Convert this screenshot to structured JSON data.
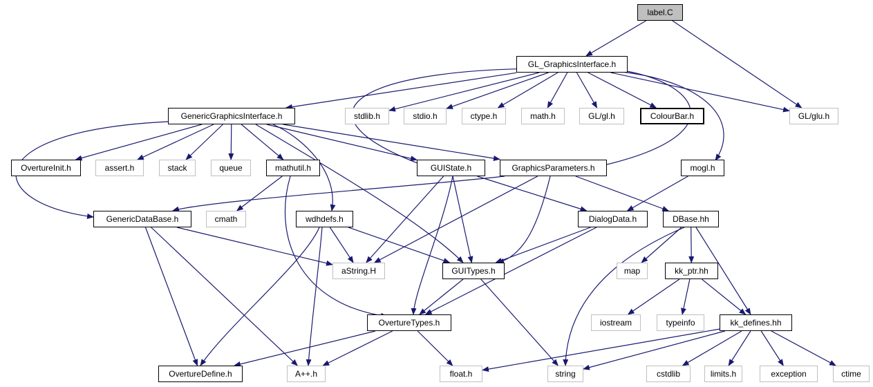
{
  "diagram": {
    "colors": {
      "edge": "#191970",
      "node_border": "#000000",
      "external_border": "#bfbfbf",
      "root_fill": "#bfbfbf"
    },
    "nodes": [
      {
        "id": "label_c",
        "label": "label.C",
        "kind": "root"
      },
      {
        "id": "gl_gi",
        "label": "GL_GraphicsInterface.h",
        "kind": "doc"
      },
      {
        "id": "ggi",
        "label": "GenericGraphicsInterface.h",
        "kind": "doc"
      },
      {
        "id": "stdlib",
        "label": "stdlib.h",
        "kind": "ext"
      },
      {
        "id": "stdio",
        "label": "stdio.h",
        "kind": "ext"
      },
      {
        "id": "ctype",
        "label": "ctype.h",
        "kind": "ext"
      },
      {
        "id": "math",
        "label": "math.h",
        "kind": "ext"
      },
      {
        "id": "glgl",
        "label": "GL/gl.h",
        "kind": "ext"
      },
      {
        "id": "colourbar",
        "label": "ColourBar.h",
        "kind": "doc"
      },
      {
        "id": "glglu",
        "label": "GL/glu.h",
        "kind": "ext"
      },
      {
        "id": "overtureinit",
        "label": "OvertureInit.h",
        "kind": "doc"
      },
      {
        "id": "assert",
        "label": "assert.h",
        "kind": "ext"
      },
      {
        "id": "stack",
        "label": "stack",
        "kind": "ext"
      },
      {
        "id": "queue",
        "label": "queue",
        "kind": "ext"
      },
      {
        "id": "mathutil",
        "label": "mathutil.h",
        "kind": "doc"
      },
      {
        "id": "guistate",
        "label": "GUIState.h",
        "kind": "doc"
      },
      {
        "id": "graphparams",
        "label": "GraphicsParameters.h",
        "kind": "doc"
      },
      {
        "id": "mogl",
        "label": "mogl.h",
        "kind": "doc"
      },
      {
        "id": "gdb",
        "label": "GenericDataBase.h",
        "kind": "doc"
      },
      {
        "id": "cmath",
        "label": "cmath",
        "kind": "ext"
      },
      {
        "id": "wdhdefs",
        "label": "wdhdefs.h",
        "kind": "doc"
      },
      {
        "id": "dialogdata",
        "label": "DialogData.h",
        "kind": "doc"
      },
      {
        "id": "dbase",
        "label": "DBase.hh",
        "kind": "doc"
      },
      {
        "id": "astring",
        "label": "aString.H",
        "kind": "ext"
      },
      {
        "id": "guitypes",
        "label": "GUITypes.h",
        "kind": "doc"
      },
      {
        "id": "map",
        "label": "map",
        "kind": "ext"
      },
      {
        "id": "kkptr",
        "label": "kk_ptr.hh",
        "kind": "doc"
      },
      {
        "id": "overturetypes",
        "label": "OvertureTypes.h",
        "kind": "doc"
      },
      {
        "id": "iostream",
        "label": "iostream",
        "kind": "ext"
      },
      {
        "id": "typeinfo",
        "label": "typeinfo",
        "kind": "ext"
      },
      {
        "id": "kkdefines",
        "label": "kk_defines.hh",
        "kind": "doc"
      },
      {
        "id": "overturedefine",
        "label": "OvertureDefine.h",
        "kind": "doc"
      },
      {
        "id": "app",
        "label": "A++.h",
        "kind": "ext"
      },
      {
        "id": "float",
        "label": "float.h",
        "kind": "ext"
      },
      {
        "id": "string",
        "label": "string",
        "kind": "ext"
      },
      {
        "id": "cstdlib",
        "label": "cstdlib",
        "kind": "ext"
      },
      {
        "id": "limits",
        "label": "limits.h",
        "kind": "ext"
      },
      {
        "id": "exception",
        "label": "exception",
        "kind": "ext"
      },
      {
        "id": "ctime",
        "label": "ctime",
        "kind": "ext"
      }
    ],
    "edges": [
      [
        "label_c",
        "gl_gi"
      ],
      [
        "label_c",
        "glglu"
      ],
      [
        "gl_gi",
        "ggi"
      ],
      [
        "gl_gi",
        "stdlib"
      ],
      [
        "gl_gi",
        "stdio"
      ],
      [
        "gl_gi",
        "ctype"
      ],
      [
        "gl_gi",
        "math"
      ],
      [
        "gl_gi",
        "glgl"
      ],
      [
        "gl_gi",
        "colourbar"
      ],
      [
        "gl_gi",
        "glglu"
      ],
      [
        "gl_gi",
        "guistate"
      ],
      [
        "gl_gi",
        "graphparams"
      ],
      [
        "gl_gi",
        "mogl"
      ],
      [
        "ggi",
        "overtureinit"
      ],
      [
        "ggi",
        "assert"
      ],
      [
        "ggi",
        "stack"
      ],
      [
        "ggi",
        "queue"
      ],
      [
        "ggi",
        "mathutil"
      ],
      [
        "ggi",
        "guistate"
      ],
      [
        "ggi",
        "graphparams"
      ],
      [
        "ggi",
        "gdb"
      ],
      [
        "ggi",
        "wdhdefs"
      ],
      [
        "ggi",
        "guitypes"
      ],
      [
        "mathutil",
        "cmath"
      ],
      [
        "mathutil",
        "overturetypes"
      ],
      [
        "guistate",
        "dialogdata"
      ],
      [
        "guistate",
        "astring"
      ],
      [
        "guistate",
        "guitypes"
      ],
      [
        "guistate",
        "overturetypes"
      ],
      [
        "graphparams",
        "gdb"
      ],
      [
        "graphparams",
        "astring"
      ],
      [
        "graphparams",
        "guitypes"
      ],
      [
        "graphparams",
        "dbase"
      ],
      [
        "mogl",
        "dialogdata"
      ],
      [
        "gdb",
        "astring"
      ],
      [
        "gdb",
        "overturedefine"
      ],
      [
        "gdb",
        "app"
      ],
      [
        "wdhdefs",
        "astring"
      ],
      [
        "wdhdefs",
        "guitypes"
      ],
      [
        "wdhdefs",
        "overturedefine"
      ],
      [
        "wdhdefs",
        "app"
      ],
      [
        "dialogdata",
        "guitypes"
      ],
      [
        "dialogdata",
        "overturetypes"
      ],
      [
        "dbase",
        "map"
      ],
      [
        "dbase",
        "kkptr"
      ],
      [
        "dbase",
        "kkdefines"
      ],
      [
        "dbase",
        "string"
      ],
      [
        "guitypes",
        "overturetypes"
      ],
      [
        "guitypes",
        "string"
      ],
      [
        "kkptr",
        "iostream"
      ],
      [
        "kkptr",
        "typeinfo"
      ],
      [
        "kkptr",
        "kkdefines"
      ],
      [
        "overturetypes",
        "overturedefine"
      ],
      [
        "overturetypes",
        "app"
      ],
      [
        "overturetypes",
        "float"
      ],
      [
        "kkdefines",
        "float"
      ],
      [
        "kkdefines",
        "string"
      ],
      [
        "kkdefines",
        "cstdlib"
      ],
      [
        "kkdefines",
        "limits"
      ],
      [
        "kkdefines",
        "exception"
      ],
      [
        "kkdefines",
        "ctime"
      ]
    ]
  }
}
